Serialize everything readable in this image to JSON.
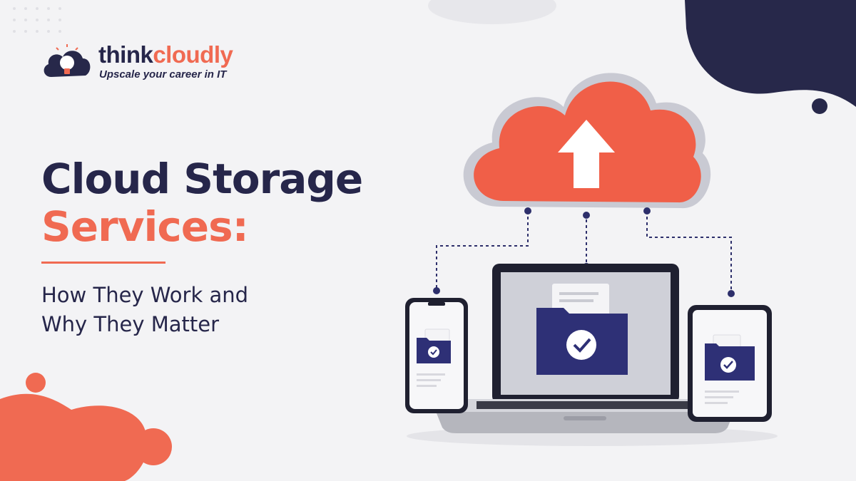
{
  "brand": {
    "name_part1": "think",
    "name_part2": "cloudly",
    "tagline": "Upscale your career in IT",
    "accent_color": "#f06a52",
    "dark_color": "#26264a"
  },
  "hero": {
    "title_line1": "Cloud Storage",
    "title_line2": "Services:",
    "subtitle_line1": "How They Work and",
    "subtitle_line2": "Why They Matter"
  },
  "illustration": {
    "icons": [
      "cloud-upload-icon",
      "laptop-icon",
      "phone-icon",
      "tablet-icon",
      "folder-check-icon"
    ]
  }
}
